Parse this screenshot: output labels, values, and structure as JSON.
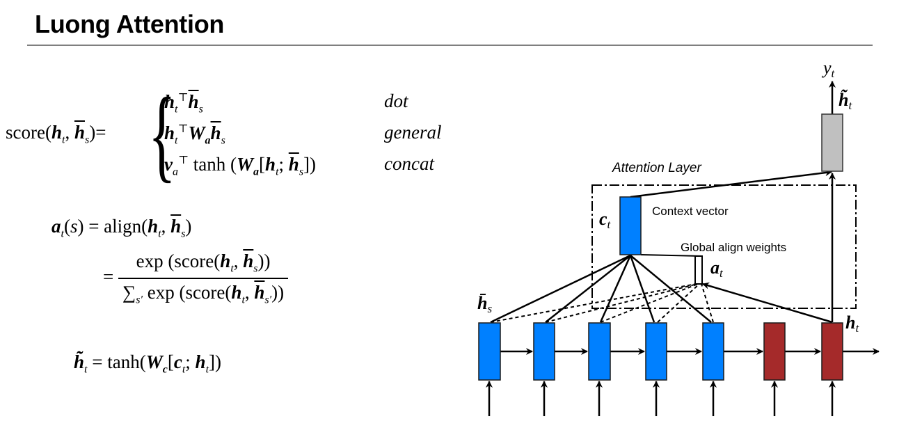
{
  "slide": {
    "title": "Luong Attention"
  },
  "equations": {
    "score": {
      "lhs": "score(h_t, h̄_s) =",
      "cases": [
        {
          "expr": "h_tᵀ h̄_s",
          "label": "dot"
        },
        {
          "expr": "h_tᵀ W_a h̄_s",
          "label": "general"
        },
        {
          "expr": "v_aᵀ tanh(W_a[h_t; h̄_s])",
          "label": "concat"
        }
      ]
    },
    "align": {
      "lhs": "a_t(s) = align(h_t, h̄_s)",
      "numerator": "exp(score(h_t, h̄_s))",
      "denominator": "Σ_s' exp(score(h_t, h̄_s'))"
    },
    "attentional_hidden": "h̃_t = tanh(W_c[c_t; h_t])"
  },
  "diagram": {
    "labels": {
      "attention_layer": "Attention Layer",
      "context_vector": "Context vector",
      "global_align_weights": "Global align weights",
      "output": "y",
      "output_sub": "t",
      "attentional_state": "h̃",
      "attentional_state_sub": "t",
      "context_symbol": "c",
      "context_sub": "t",
      "align_symbol": "a",
      "align_sub": "t",
      "source_symbol": "h̄",
      "source_sub": "s",
      "target_symbol": "h",
      "target_sub": "t"
    },
    "colors": {
      "encoder": "#0080ff",
      "decoder": "#a52a2a",
      "attentional": "#c0c0c0"
    },
    "encoder_states": 5,
    "decoder_states": 2
  }
}
